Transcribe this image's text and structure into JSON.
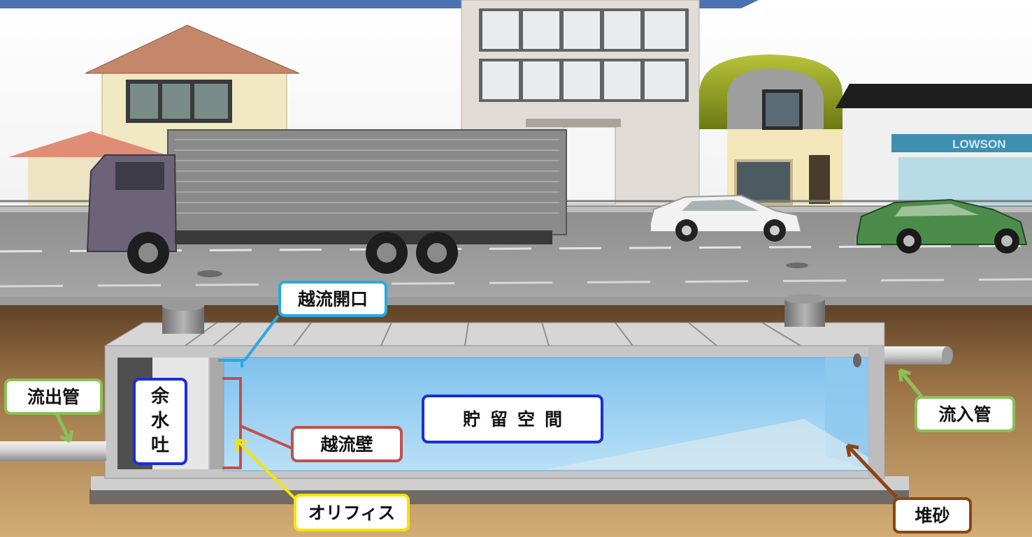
{
  "labels": {
    "overflow_opening": "越流開口",
    "spillway_chars": [
      "余",
      "水",
      "吐"
    ],
    "outflow_pipe": "流出管",
    "overflow_wall": "越流壁",
    "storage_space": "貯留空間",
    "inflow_pipe": "流入管",
    "orifice": "オリフィス",
    "sediment": "堆砂"
  },
  "shop_sign": "LOWSON",
  "colors": {
    "header_band": "#4a72b0",
    "overflow_opening": "#29a9e0",
    "spillway": "#1a2fd6",
    "storage_space": "#1a2fd6",
    "pipes": "#8cc057",
    "overflow_wall": "#c0504d",
    "orifice": "#f5e400",
    "sediment": "#8b4513",
    "soil": "#c9a36e",
    "water": "#9fd0f0",
    "concrete": "#c8c8c8"
  }
}
